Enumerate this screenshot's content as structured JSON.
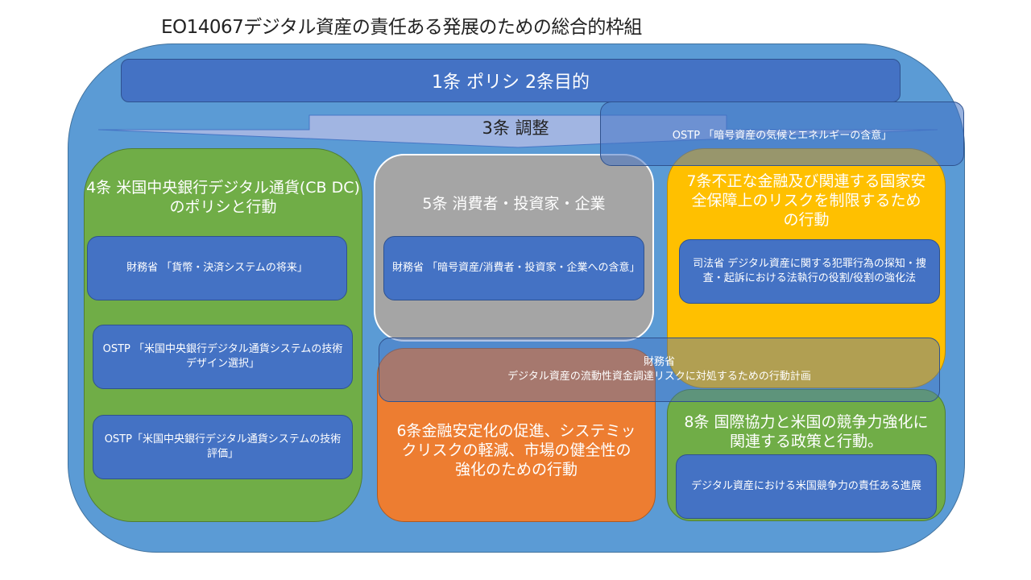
{
  "title": "EO14067デジタル資産の責任ある発展のための総合的枠組",
  "header": {
    "label": "1条 ポリシ 2条目的"
  },
  "coordination": {
    "label": "3条 調整"
  },
  "ostp_climate": {
    "label": "OSTP 「暗号資産の気候とエネルギーの含意」"
  },
  "sections": {
    "sec4": {
      "title": "4条 米国中央銀行デジタル通貨(CB DC)のポリシと行動",
      "items": [
        "財務省 「貨幣・決済システムの将来」",
        "OSTP 「米国中央銀行デジタル通貨システムの技術デザイン選択」",
        "OSTP「米国中央銀行デジタル通貨システムの技術評価」"
      ]
    },
    "sec5": {
      "title": "5条 消費者・投資家・企業",
      "items": [
        "財務省 「暗号資産/消費者・投資家・企業への含意」"
      ]
    },
    "sec6": {
      "title": "6条金融安定化の促進、システミックリスクの軽減、市場の健全性の強化のための行動"
    },
    "sec7": {
      "title": "7条不正な金融及び関連する国家安全保障上のリスクを制限するための行動",
      "items": [
        "司法省 デジタル資産に関する犯罪行為の探知・捜査・起訴における法執行の役割/役割の強化法"
      ]
    },
    "sec8": {
      "title": "8条 国際協力と米国の競争力強化に関連する政策と行動。",
      "items": [
        "デジタル資産における米国競争力の責任ある進展"
      ]
    }
  },
  "liquidity": {
    "line1": "財務省",
    "line2": "デジタル資産の流動性資金調達リスクに対処するための行動計画"
  },
  "colors": {
    "outer": "#5b9bd5",
    "box_blue": "#4472c4",
    "sec4_green": "#70ad47",
    "sec5_gray": "#a5a5a5",
    "sec6_orange": "#ed7d31",
    "sec7_yellow": "#ffc000",
    "sec8_green": "#70ad47"
  }
}
